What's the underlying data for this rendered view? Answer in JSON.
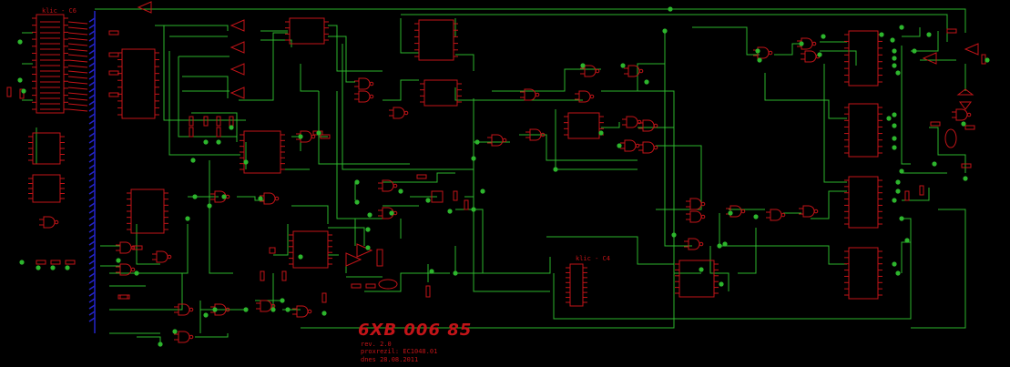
{
  "schematic": {
    "title": "6XB 006 85",
    "revision": "rev. 2.0",
    "designer": "proxrezil: EC1048.01",
    "date": "dnes 28.08.2011",
    "connector_left": "klic - C6",
    "connector_right": "klic - C4"
  },
  "colors": {
    "background": "#000000",
    "wire": "#2db52d",
    "component": "#c21418",
    "bus": "#2424c8",
    "junction": "#2db52d"
  }
}
